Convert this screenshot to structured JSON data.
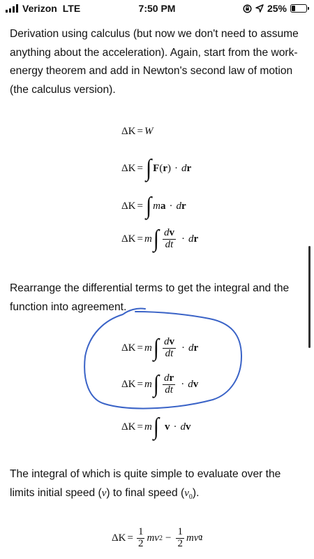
{
  "status_bar": {
    "carrier": "Verizon",
    "network": "LTE",
    "time": "7:50 PM",
    "battery_percent": "25%",
    "battery_level": 0.25
  },
  "text": {
    "intro": "Derivation using calculus (but now we don't need to assume anything about the acceleration). Again, start from the work-energy theorem and add in Newton's second law of motion (the calculus version).",
    "rearrange": "Rearrange the differential terms to get the integral and the function into agreement.",
    "limits_start": "The integral of which is quite simple to evaluate over the limits initial speed (",
    "limits_v": "v",
    "limits_mid": ") to final speed (",
    "limits_v0": "v",
    "limits_v0_sub": "0",
    "limits_end": ")."
  },
  "math": {
    "dK": "ΔK",
    "eq": "=",
    "W": "W",
    "int": "∫",
    "F": "F",
    "r": "r",
    "dot": "·",
    "d": "d",
    "m": "m",
    "a": "a",
    "v": "v",
    "t": "t",
    "lparen": "(",
    "rparen": ")",
    "one": "1",
    "two": "2",
    "minus": "−",
    "sq": "2",
    "zero": "0"
  },
  "colors": {
    "annotation_stroke": "#3a63c7"
  }
}
